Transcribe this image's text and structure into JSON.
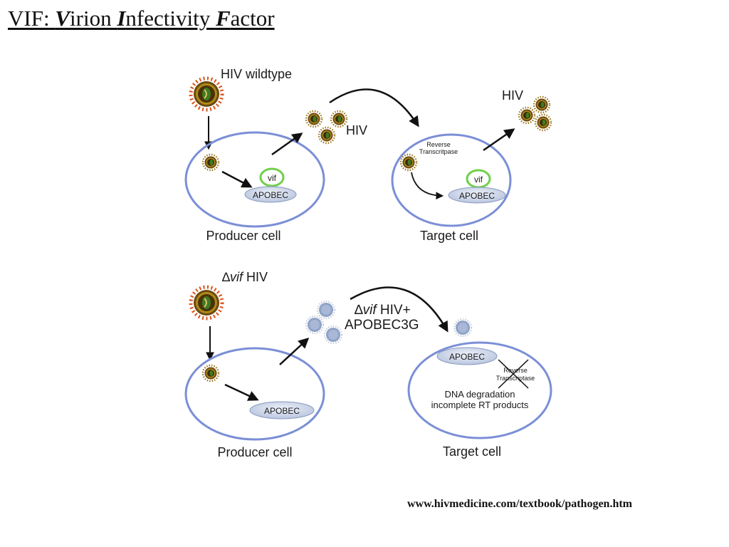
{
  "title": {
    "prefix": "VIF: ",
    "w1_initial": "V",
    "w1_rest": "irion ",
    "w2_initial": "I",
    "w2_rest": "nfectivity ",
    "w3_initial": "F",
    "w3_rest": "actor"
  },
  "top_panel": {
    "heading": "HIV wildtype",
    "producer_label": "Producer cell",
    "target_label": "Target cell",
    "hiv_label_1": "HIV",
    "hiv_label_2": "HIV",
    "vif_1": "vif",
    "vif_2": "vif",
    "apobec_1": "APOBEC",
    "apobec_2": "APOBEC",
    "rt_line1": "Reverse",
    "rt_line2": "Transcritpase"
  },
  "bottom_panel": {
    "delta": "∆",
    "vif_italic": "vif",
    "heading_rest": " HIV",
    "arrow_line1_rest": " HIV+",
    "arrow_line2": "APOBEC3G",
    "producer_label": "Producer cell",
    "target_label": "Target cell",
    "apobec_1": "APOBEC",
    "apobec_2": "APOBEC",
    "rt_line1": "Reverse",
    "rt_line2": "Transcriptase",
    "dna_line1": "DNA degradation",
    "dna_line2": "incomplete RT products"
  },
  "source": "www.hivmedicine.com/textbook/pathogen.htm",
  "colors": {
    "cell_stroke": "#7b8fd6",
    "virion_dark": "#6b4a10",
    "virion_ring": "#b08a1a",
    "virion_green": "#3f7a22",
    "spike": "#d9541c",
    "mutant_virion": "#8fa3c8",
    "vif_ring": "#6fd04a",
    "apobec_fill": "#c9d3e6"
  },
  "icons": {
    "virion": "hiv-virion-icon",
    "mutant_virion": "mutant-virion-icon",
    "cross": "x-mark-icon"
  }
}
